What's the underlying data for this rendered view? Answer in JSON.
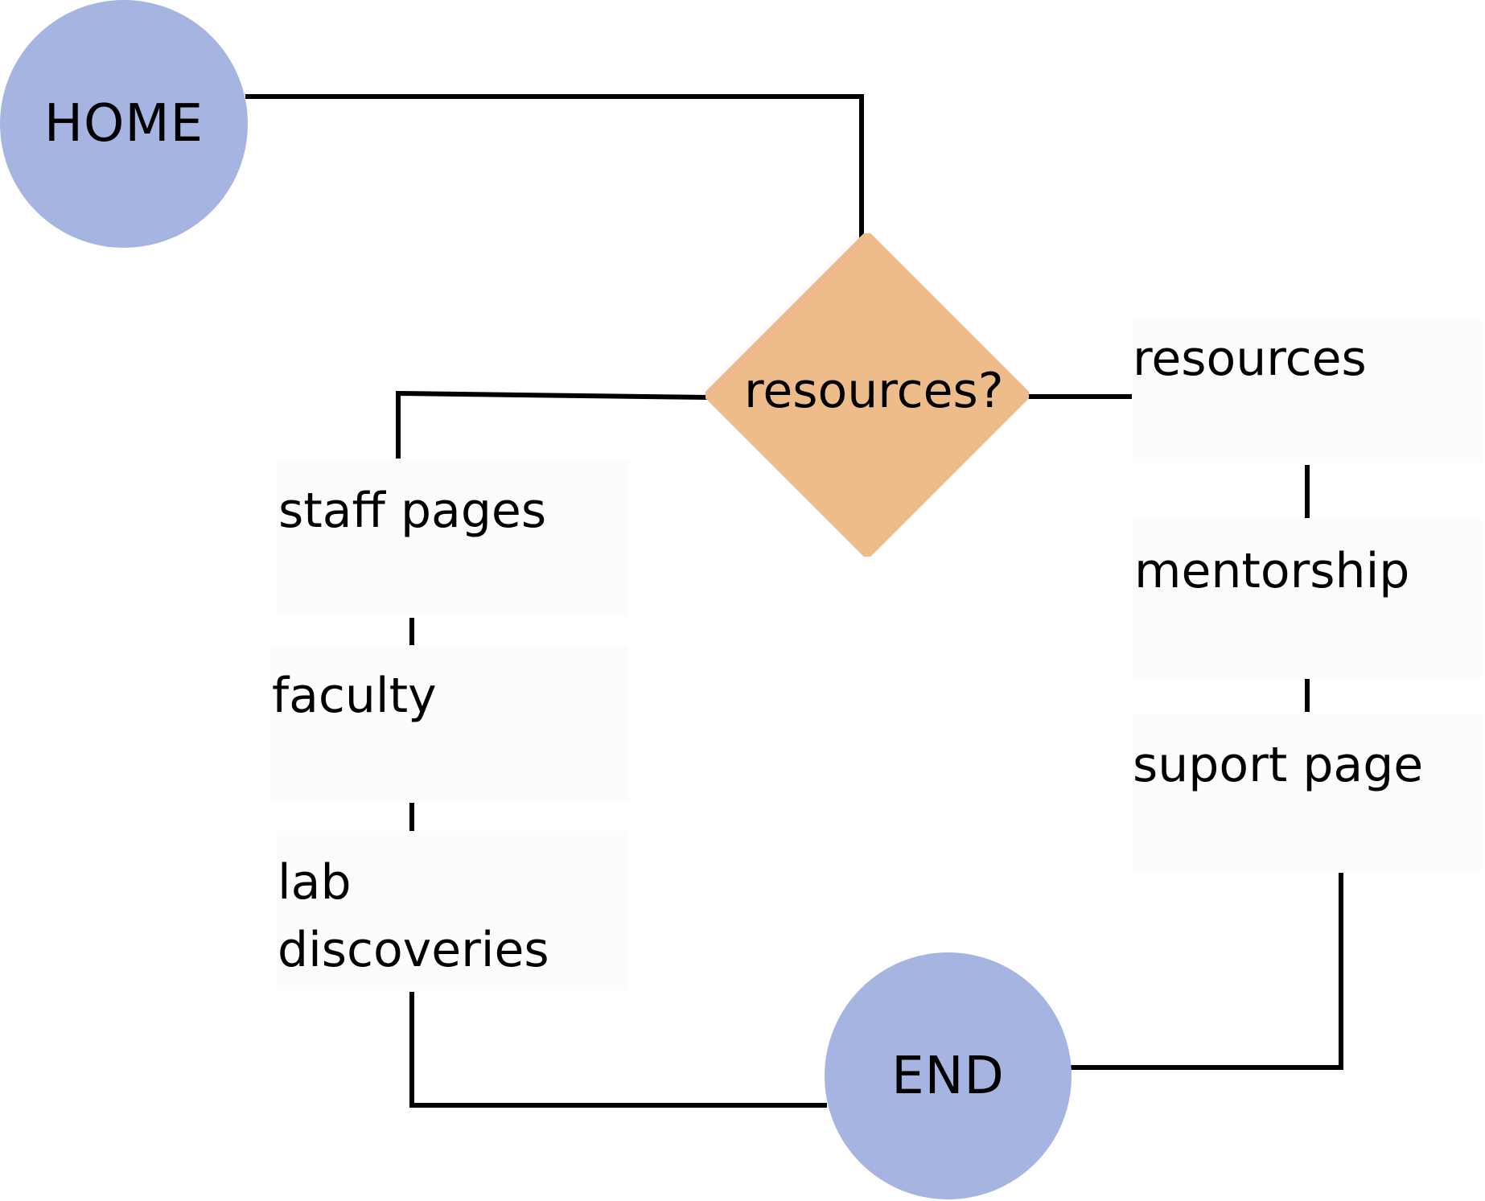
{
  "colors": {
    "terminal_fill": "#A6B4E2",
    "decision_fill": "#EEBB8B",
    "box_fill": "#FCFCFC",
    "line": "#000000"
  },
  "nodes": {
    "home": {
      "label": "HOME",
      "shape": "circle"
    },
    "decision": {
      "label": "resources?",
      "shape": "diamond"
    },
    "staff_pages": {
      "label": "staff pages",
      "shape": "box"
    },
    "faculty": {
      "label": "faculty",
      "shape": "box"
    },
    "lab_discoveries": {
      "label_line1": "lab",
      "label_line2": "discoveries",
      "shape": "box"
    },
    "resources": {
      "label": "resources",
      "shape": "box"
    },
    "mentorship": {
      "label": "mentorship",
      "shape": "box"
    },
    "support_page": {
      "label": "suport page",
      "shape": "box"
    },
    "end": {
      "label": "END",
      "shape": "circle"
    }
  },
  "edges": [
    {
      "from": "home",
      "to": "decision"
    },
    {
      "from": "decision",
      "to": "staff_pages"
    },
    {
      "from": "decision",
      "to": "resources"
    },
    {
      "from": "staff_pages",
      "to": "faculty"
    },
    {
      "from": "faculty",
      "to": "lab_discoveries"
    },
    {
      "from": "resources",
      "to": "mentorship"
    },
    {
      "from": "mentorship",
      "to": "support_page"
    },
    {
      "from": "lab_discoveries",
      "to": "end"
    },
    {
      "from": "support_page",
      "to": "end"
    }
  ]
}
